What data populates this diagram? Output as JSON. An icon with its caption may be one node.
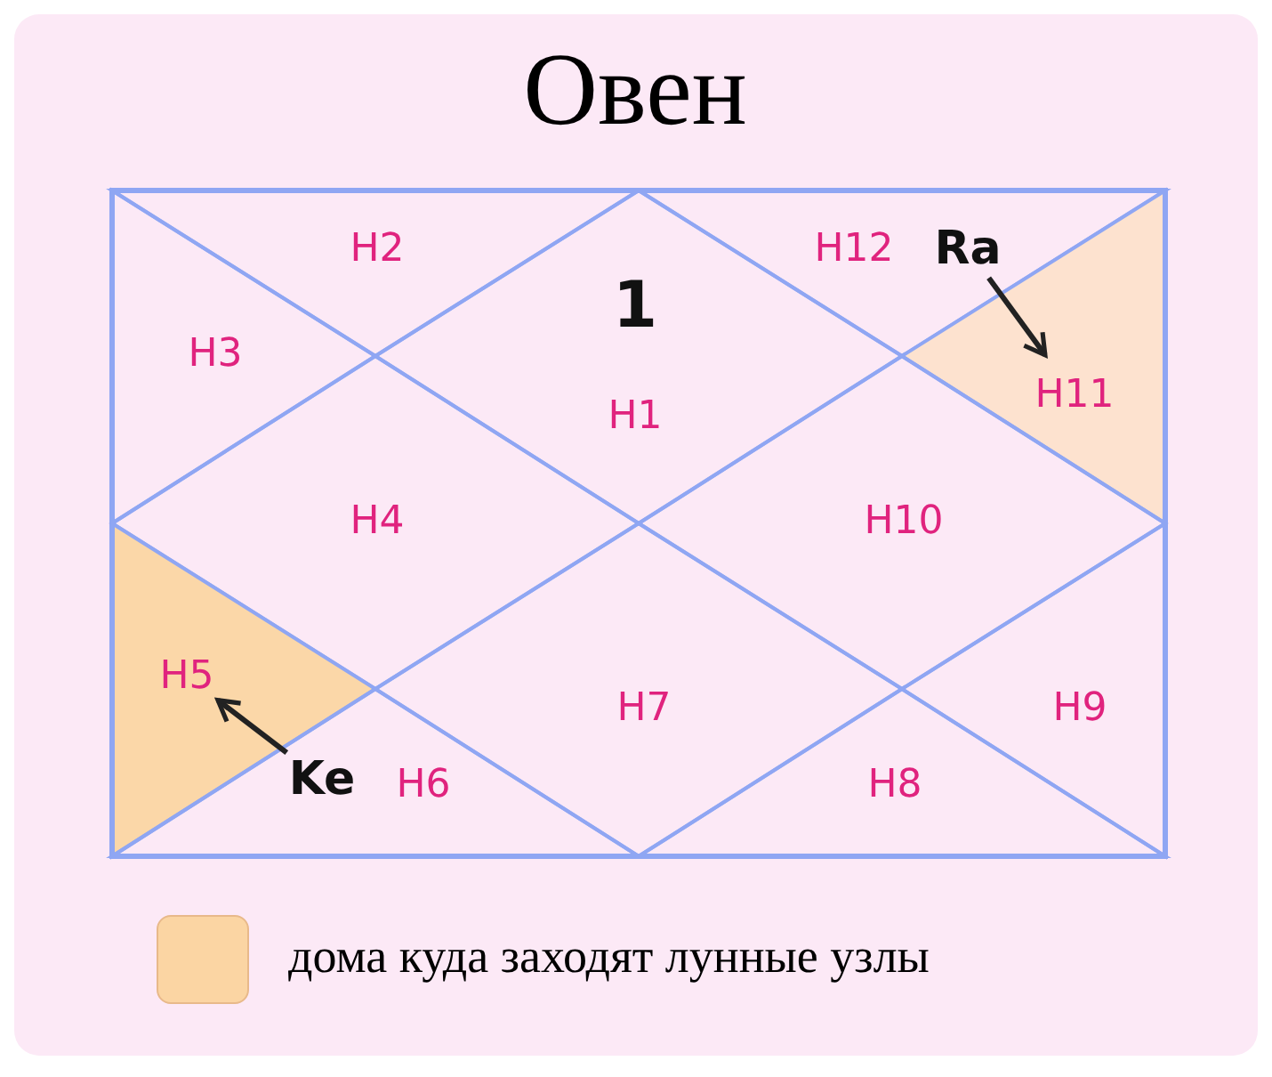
{
  "diagram": {
    "title": "Овен",
    "nodes": [
      {
        "text": [
          "H2"
        ]
      },
      {
        "text": [
          "H12"
        ]
      },
      {
        "text": [
          "Ra"
        ],
        "in": 1
      },
      {
        "text": [
          "1",
          "H1"
        ]
      },
      {
        "text": [
          "H3"
        ]
      },
      {
        "text": [
          "H11"
        ]
      },
      {
        "text": [
          "H4"
        ]
      },
      {
        "text": [
          "H10"
        ]
      },
      {
        "text": [
          "H5"
        ]
      },
      {
        "text": [
          "H7"
        ]
      },
      {
        "text": [
          "H9"
        ]
      },
      {
        "text": [
          "H6"
        ]
      },
      {
        "text": [
          "Ke"
        ],
        "in": 11
      },
      {
        "text": [
          "H8"
        ]
      }
    ],
    "edges": [
      {
        "from": 2,
        "to": 5,
        "arrow": "to"
      },
      {
        "from": 12,
        "to": 8,
        "arrow": "to"
      }
    ],
    "legend": [
      {
        "text": "дома куда заходят лунные узлы",
        "color": "#fbd5a3"
      }
    ]
  }
}
